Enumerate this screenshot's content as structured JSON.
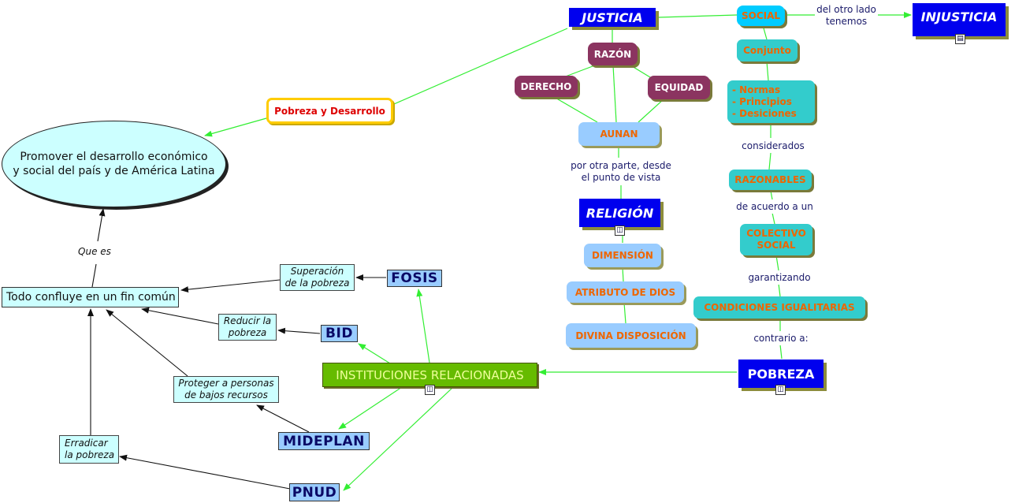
{
  "nodes": {
    "justicia": "JUSTICIA",
    "social": "SOCIAL",
    "del_otro_lado": [
      "del otro lado",
      "tenemos"
    ],
    "injusticia": "INJUSTICIA",
    "conjunto": "Conjunto",
    "normas": [
      "-     Normas",
      "-    Principios",
      "-    Desiciones"
    ],
    "considerados": "considerados",
    "razonables": "RAZONABLES",
    "de_acuerdo": "de acuerdo a un",
    "colectivo": [
      "COLECTIVO",
      "SOCIAL"
    ],
    "garantizando": "garantizando",
    "condiciones": "CONDICIONES IGUALITARIAS",
    "contrario": "contrario a:",
    "pobreza": "POBREZA",
    "razon": "RAZÓN",
    "derecho": "DERECHO",
    "equidad": "EQUIDAD",
    "aunan": "AUNAN",
    "por_otra_parte": [
      "por otra parte, desde",
      "el punto de vista"
    ],
    "religion": "RELIGIÓN",
    "dimension": "DIMENSIÓN",
    "atributo": "ATRIBUTO DE DIOS",
    "divina": "DIVINA DISPOSICIÓN",
    "pobreza_desarrollo": "Pobreza y Desarrollo",
    "promover": [
      "Promover el desarrollo económico",
      "y social del país y de América Latina"
    ],
    "que_es": "Que es",
    "todo_confluye": "Todo confluye en un fin común",
    "superacion": [
      "Superación",
      "de la pobreza"
    ],
    "reducir": [
      "Reducir la",
      "pobreza"
    ],
    "proteger": [
      "Proteger a personas",
      "de bajos recursos"
    ],
    "erradicar": [
      "Erradicar",
      "la pobreza"
    ],
    "fosis": "FOSIS",
    "bid": "BID",
    "instituciones": "INSTITUCIONES RELACIONADAS",
    "mideplan": "MIDEPLAN",
    "pnud": "PNUD"
  },
  "colors": {
    "connector": "#33ee33",
    "arrow_dark": "#111111",
    "concept_blue": "#0000ee",
    "maroon": "#8b3460",
    "teal": "#33cccc",
    "light_blue": "#99ccff",
    "orange_text": "#ee6600",
    "instituciones_green": "#66bb00"
  },
  "icons": {
    "injusticia": "document-icon",
    "religion": "concept-map-icon",
    "pobreza": "concept-map-icon",
    "instituciones": "concept-map-icon"
  }
}
